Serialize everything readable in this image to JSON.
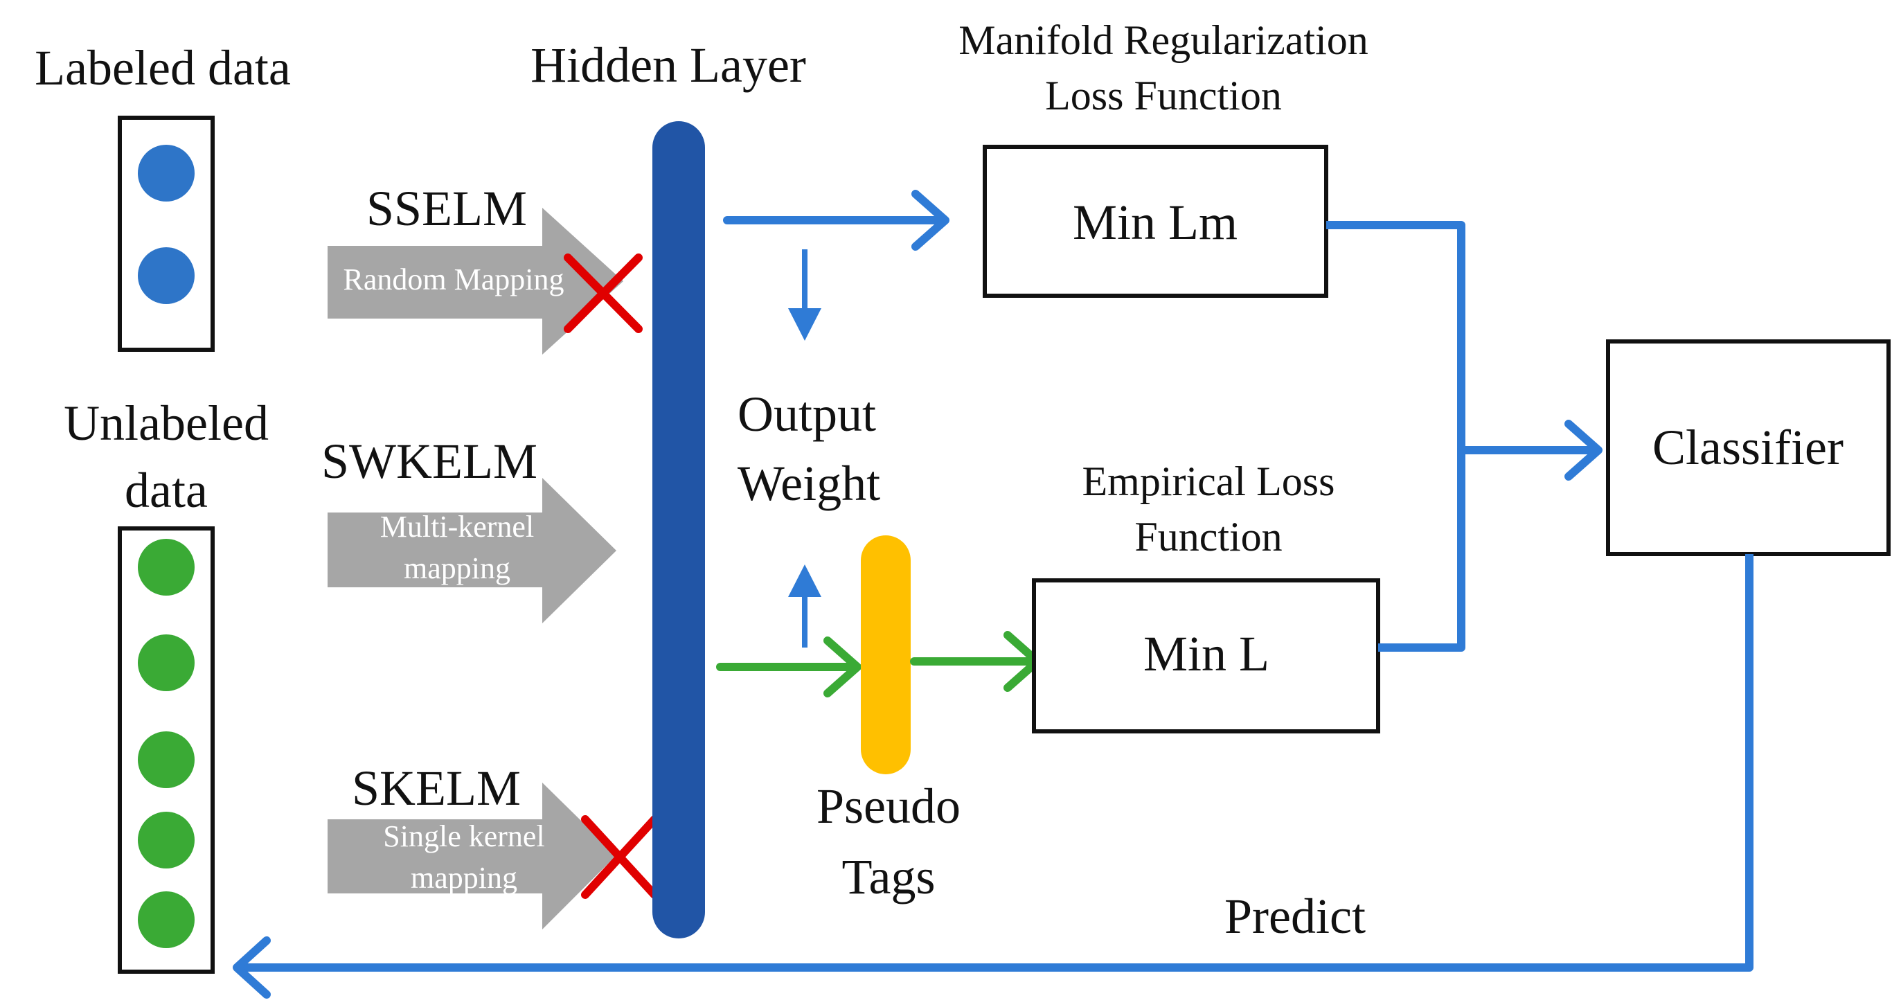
{
  "labels": {
    "labeled_data": "Labeled data",
    "unlabeled_data_1": "Unlabeled",
    "unlabeled_data_2": "data",
    "hidden_layer": "Hidden Layer",
    "manifold_1": "Manifold Regularization",
    "manifold_2": "Loss Function",
    "empirical_1": "Empirical Loss",
    "empirical_2": "Function",
    "output_weight_1": "Output",
    "output_weight_2": "Weight",
    "pseudo_tags_1": "Pseudo",
    "pseudo_tags_2": "Tags",
    "predict": "Predict"
  },
  "methods": {
    "sselm": "SSELM",
    "sselm_mapping": "Random Mapping",
    "swkelm": "SWKELM",
    "swkelm_mapping_1": "Multi-kernel",
    "swkelm_mapping_2": "mapping",
    "skelm": "SKELM",
    "skelm_mapping_1": "Single kernel",
    "skelm_mapping_2": "mapping"
  },
  "boxes": {
    "min_lm": "Min Lm",
    "min_l": "Min L",
    "classifier": "Classifier"
  },
  "colors": {
    "labeled": "#2e75c8",
    "unlabeled": "#3aaa35",
    "hidden_layer": "#2155a6",
    "pseudo_tags": "#ffc000",
    "blue_arrow": "#2f7bd6",
    "green_arrow": "#3aaa35",
    "gray_arrow": "#a6a6a6",
    "cross": "#e00000"
  }
}
